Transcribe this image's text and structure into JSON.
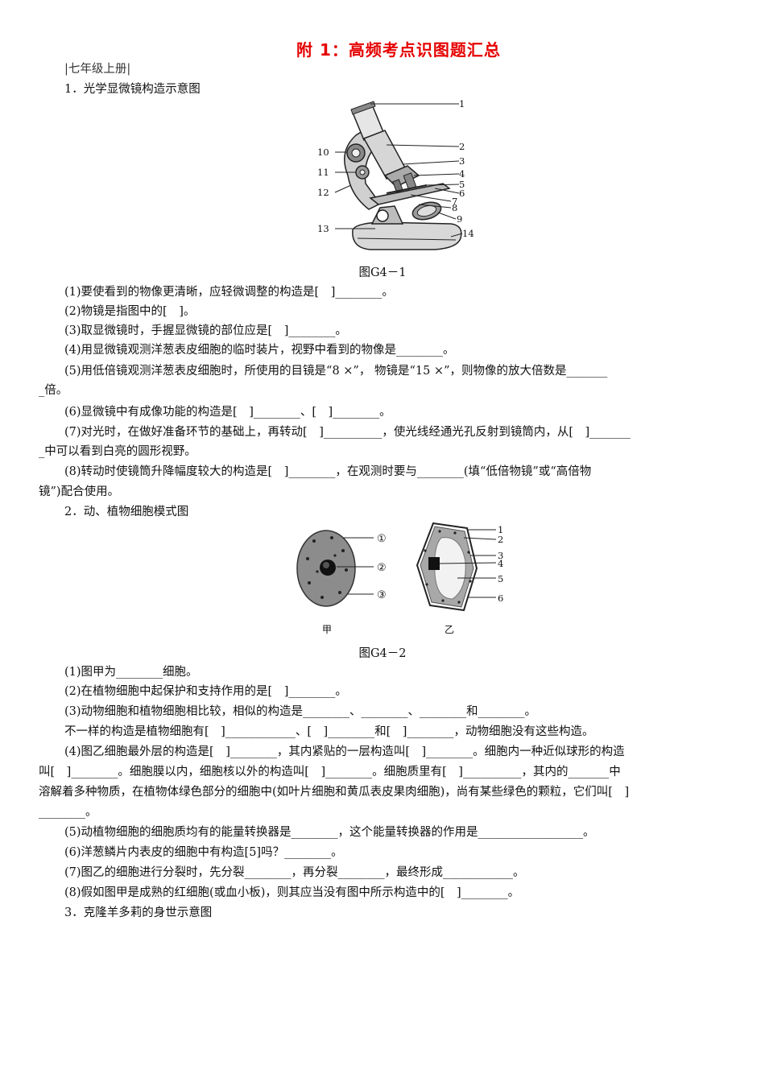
{
  "title": "附 1：高频考点识图题汇总",
  "grade_tag": "|七年级上册|",
  "section1": {
    "heading": "1．光学显微镜构造示意图",
    "labels": [
      "1",
      "2",
      "3",
      "4",
      "5",
      "6",
      "7",
      "8",
      "9",
      "10",
      "11",
      "12",
      "13",
      "14"
    ],
    "caption": "图G4－1",
    "q": [
      "(1)要使看到的物像更清晰，应轻微调整的构造是[　]________。",
      "(2)物镜是指图中的[　]。",
      "(3)取显微镜时，手握显微镜的部位应是[　]________。",
      "(4)用显微镜观测洋葱表皮细胞的临时装片，视野中看到的物像是________。",
      "(5)用低倍镜观测洋葱表皮细胞时，所使用的目镜是“8 ×”， 物镜是“15 ×”，则物像的放大倍数是_______",
      "_倍。",
      "(6)显微镜中有成像功能的构造是[　]________、[　]________。",
      "(7)对光时，在做好准备环节的基础上，再转动[　]__________，使光线经通光孔反射到镜筒内，从[　]_______",
      "_中可以看到白亮的圆形视野。",
      "(8)转动时使镜筒升降幅度较大的构造是[　]________，在观测时要与________(填“低倍物镜”或“高倍物",
      "镜”)配合使用。"
    ]
  },
  "section2": {
    "heading": "2．动、植物细胞模式图",
    "animal_labels": [
      "①",
      "②",
      "③"
    ],
    "plant_labels": [
      "1",
      "2",
      "3",
      "4",
      "5",
      "6"
    ],
    "sub_labels": [
      "甲",
      "乙"
    ],
    "caption": "图G4－2",
    "q": [
      "(1)图甲为________细胞。",
      "(2)在植物细胞中起保护和支持作用的是[　]________。",
      "(3)动物细胞和植物细胞相比较，相似的构造是________、________、________和________。",
      "不一样的构造是植物细胞有[　]____________、[　]________和[　]________，动物细胞没有这些构造。",
      "(4)图乙细胞最外层的构造是[　]________，其内紧贴的一层构造叫[　]________。细胞内一种近似球形的构造",
      "叫[　]________。细胞膜以内，细胞核以外的构造叫[　]________。细胞质里有[　]__________，其内的_______中",
      "溶解着多种物质，在植物体绿色部分的细胞中(如叶片细胞和黄瓜表皮果肉细胞)，尚有某些绿色的颗粒，它们叫[　]",
      "________。",
      "(5)动植物细胞的细胞质均有的能量转换器是________，这个能量转换器的作用是__________________。",
      "(6)洋葱鳞片内表皮的细胞中有构造[5]吗？________。",
      "(7)图乙的细胞进行分裂时，先分裂________，再分裂________，最终形成____________。",
      "(8)假如图甲是成熟的红细胞(或血小板)，则其应当没有图中所示构造中的[　]________。"
    ]
  },
  "section3": {
    "heading": "3．克隆羊多莉的身世示意图"
  }
}
